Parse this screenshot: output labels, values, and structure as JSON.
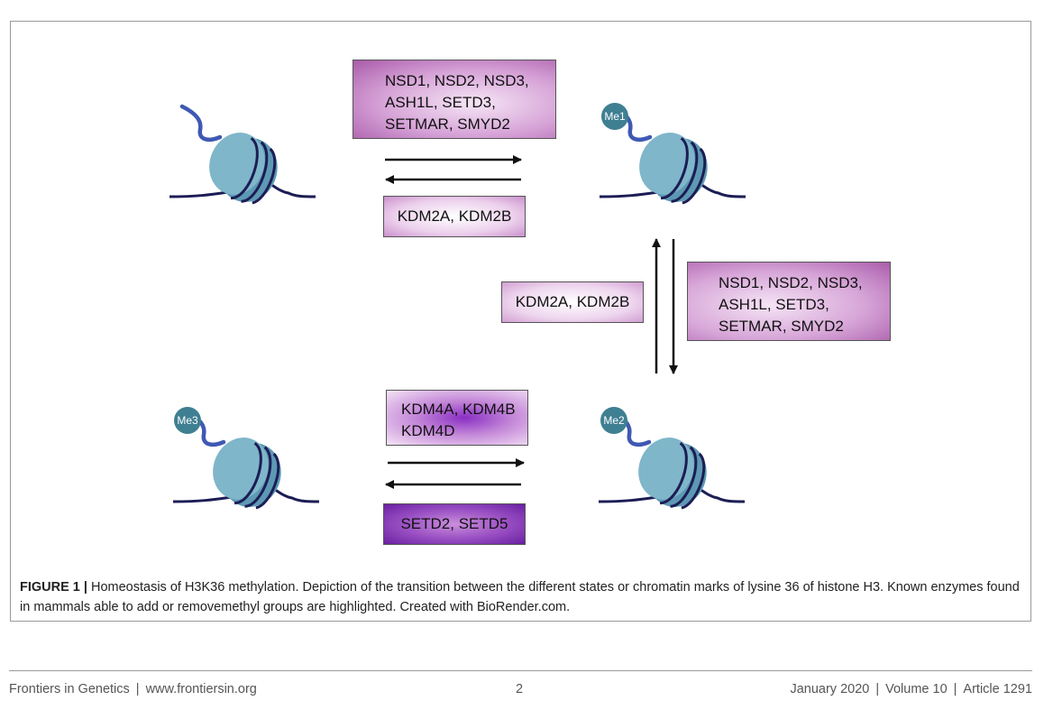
{
  "diagram": {
    "nucleosome_labels": [
      "Me1",
      "Me3",
      "Me2"
    ],
    "boxes": {
      "nsd_top": [
        "NSD1, NSD2, NSD3,",
        "ASH1L, SETD3,",
        "SETMAR, SMYD2"
      ],
      "kdm2_top": "KDM2A, KDM2B",
      "nsd_right": [
        "NSD1, NSD2, NSD3,",
        "ASH1L, SETD3,",
        "SETMAR, SMYD2"
      ],
      "kdm2_mid": "KDM2A, KDM2B",
      "kdm4": [
        "KDM4A, KDM4B",
        "KDM4D"
      ],
      "setd": "SETD2, SETD5"
    },
    "colors": {
      "histone_fill": "#7fb6c9",
      "histone_side": "#5d99b4",
      "dna": "#1c1d55",
      "tail": "#3f59b3",
      "methyl": "#3f7f92",
      "arrow": "#111111"
    }
  },
  "caption": {
    "label": "FIGURE 1 |",
    "text": "Homeostasis of H3K36 methylation. Depiction of the transition between the different states or chromatin marks of lysine 36 of histone H3. Known enzymes found in mammals able to add or removemethyl groups are highlighted. Created with BioRender.com."
  },
  "footer": {
    "journal": "Frontiers in Genetics",
    "url": "www.frontiersin.org",
    "page": "2",
    "date": "January 2020",
    "volume": "Volume 10",
    "article": "Article 1291"
  }
}
